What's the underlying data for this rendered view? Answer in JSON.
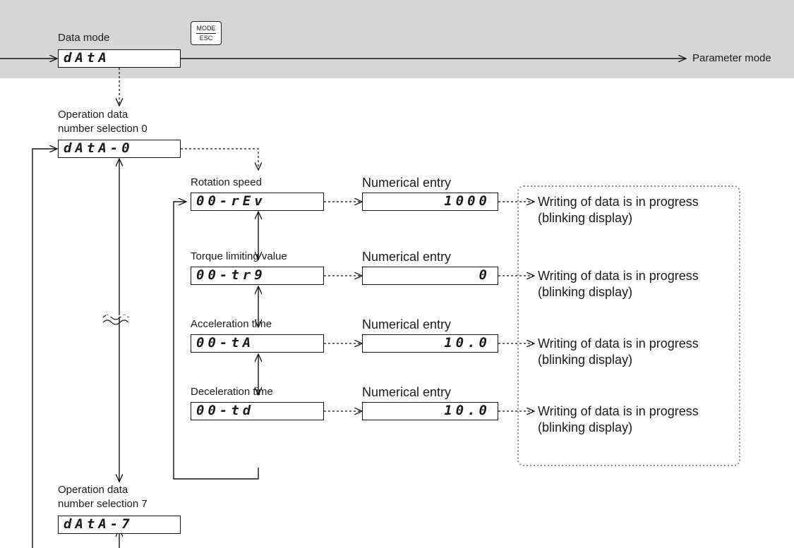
{
  "top": {
    "data_mode_label": "Data mode",
    "data_mode_display": "dAtA",
    "key": {
      "top": "MODE",
      "bottom": "ESC"
    },
    "parameter_mode_label": "Parameter mode"
  },
  "selection0": {
    "label_line1": "Operation data",
    "label_line2": "number selection 0",
    "display": "dAtA-0"
  },
  "selection7": {
    "label_line1": "Operation data",
    "label_line2": "number selection 7",
    "display": "dAtA-7"
  },
  "items": [
    {
      "label": "Rotation speed",
      "display": "00-rEv",
      "entry_label": "Numerical entry",
      "entry_value": "1000",
      "result_line1": "Writing of data is in progress",
      "result_line2": "(blinking display)"
    },
    {
      "label": "Torque limiting value",
      "display": "00-tr9",
      "entry_label": "Numerical entry",
      "entry_value": "0",
      "result_line1": "Writing of data is in progress",
      "result_line2": "(blinking display)"
    },
    {
      "label": "Acceleration time",
      "display": "00-tA",
      "entry_label": "Numerical entry",
      "entry_value": "10.0",
      "result_line1": "Writing of data is in progress",
      "result_line2": "(blinking display)"
    },
    {
      "label": "Deceleration time",
      "display": "00-td",
      "entry_label": "Numerical entry",
      "entry_value": "10.0",
      "result_line1": "Writing of data is in progress",
      "result_line2": "(blinking display)"
    }
  ]
}
